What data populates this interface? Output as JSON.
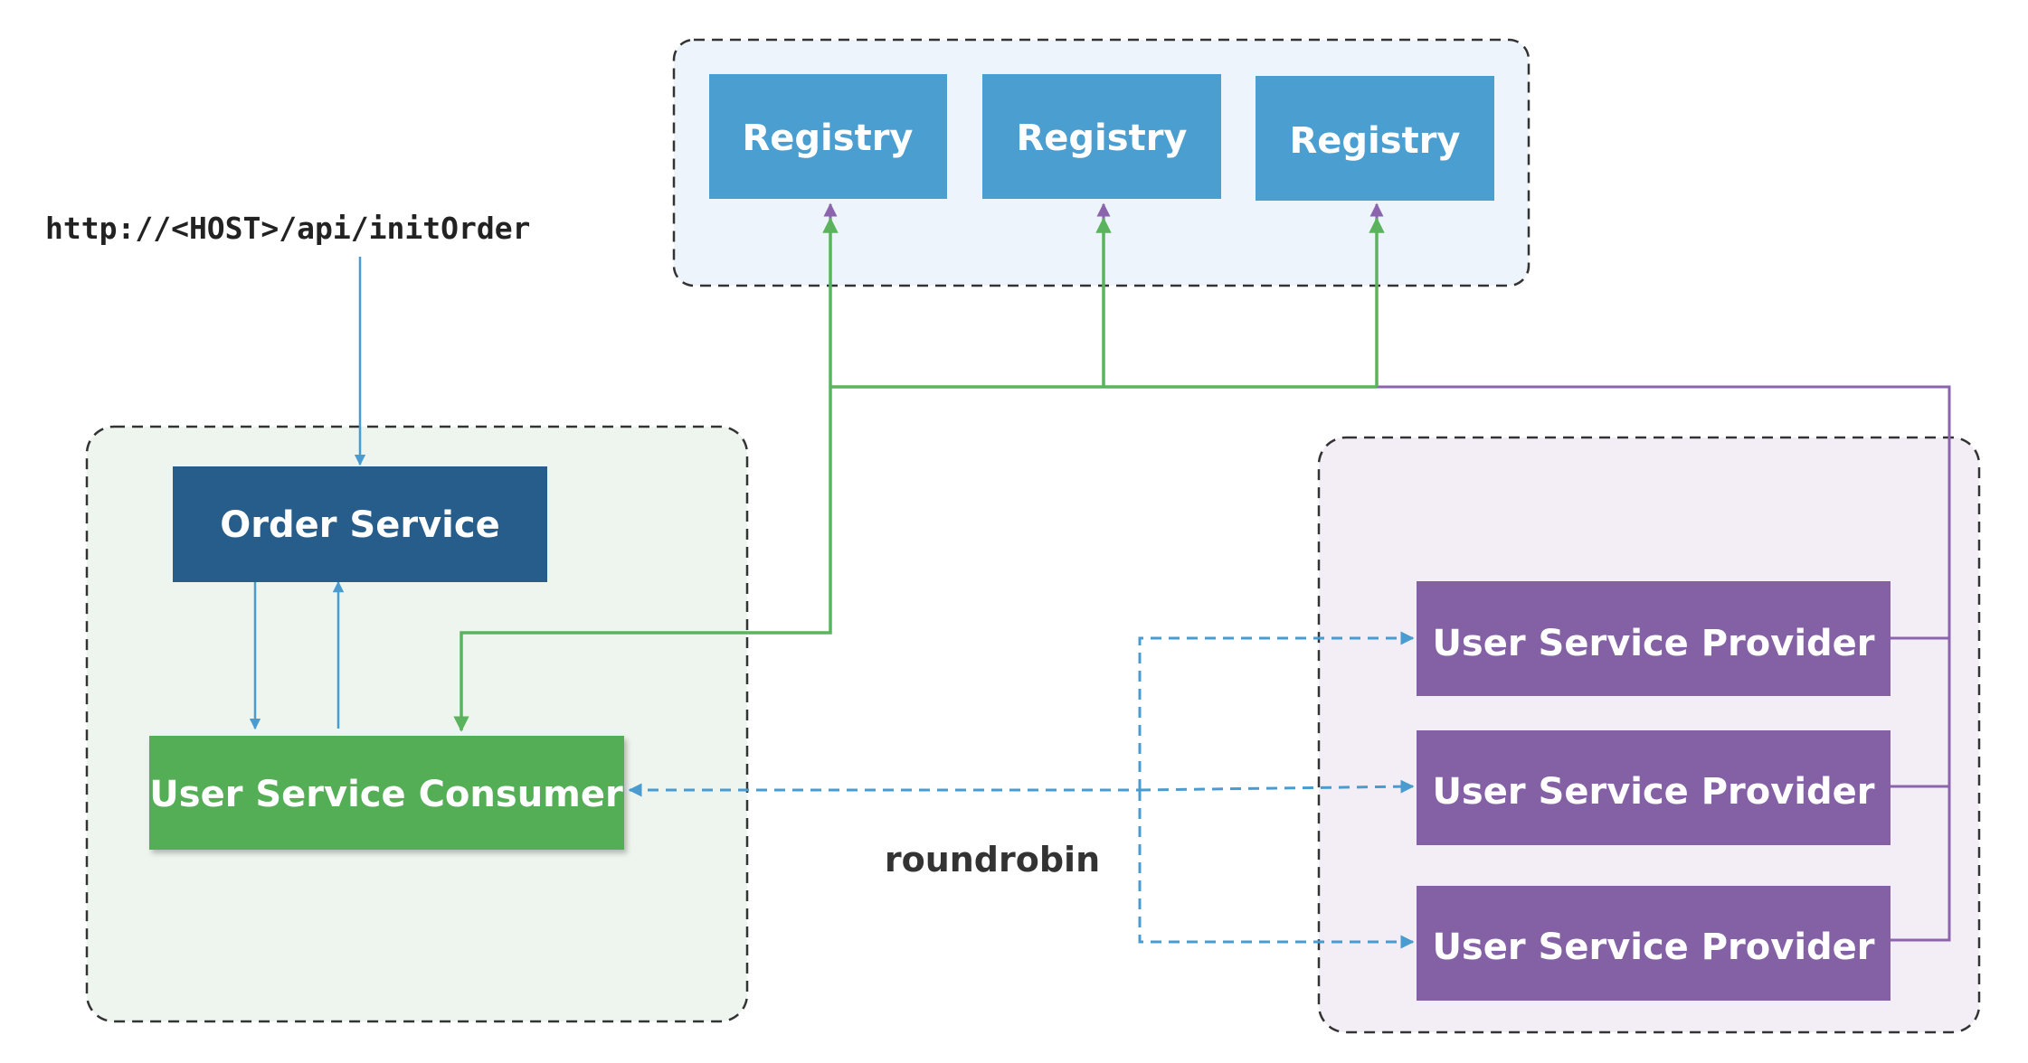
{
  "url": "http://<HOST>/api/initOrder",
  "registries": [
    "Registry",
    "Registry",
    "Registry"
  ],
  "order_service": "Order Service",
  "consumer": "User Service Consumer",
  "providers": [
    "User Service Provider",
    "User Service Provider",
    "User Service Provider"
  ],
  "strategy": "roundrobin",
  "colors": {
    "registry_box": "#4b9ed0",
    "registry_group_bg": "#edf4fb",
    "consumer_group_bg": "#edf5ee",
    "provider_group_bg": "#f3eef6",
    "order_box": "#275d8a",
    "consumer_box": "#52ae57",
    "provider_box": "#8460a5",
    "green_line": "#5bb35e",
    "purple_line": "#8c64ad",
    "blue_line": "#4a9bcf"
  }
}
